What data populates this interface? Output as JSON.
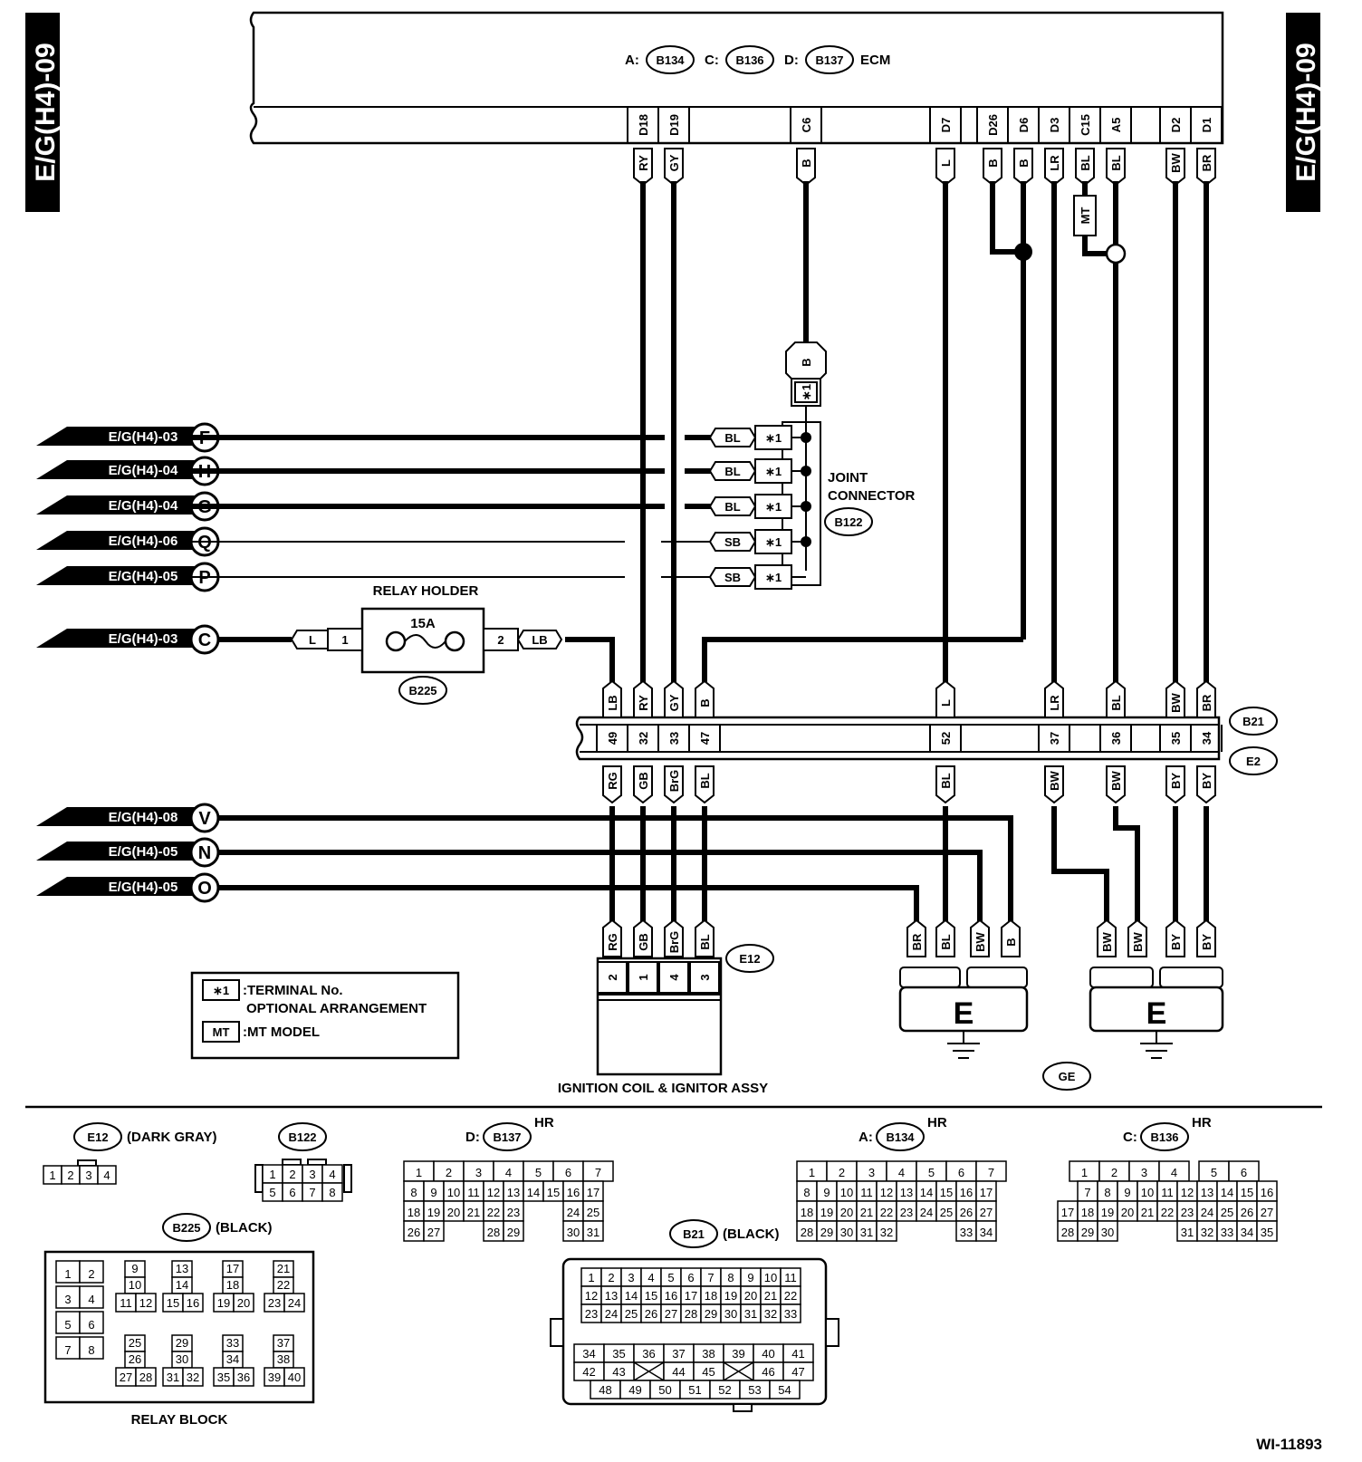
{
  "page_code": "E/G(H4)-09",
  "figure_id": "WI-11893",
  "ecm": {
    "prefix_a": "A:",
    "conn_a": "B134",
    "prefix_c": "C:",
    "conn_c": "B136",
    "prefix_d": "D:",
    "conn_d": "B137",
    "label": "ECM",
    "pins": [
      {
        "pin": "D18",
        "wire": "RY"
      },
      {
        "pin": "D19",
        "wire": "GY"
      },
      {
        "pin": "C6",
        "wire": "B"
      },
      {
        "pin": "D7",
        "wire": "L"
      },
      {
        "pin": "D26",
        "wire": "B"
      },
      {
        "pin": "D6",
        "wire": "B"
      },
      {
        "pin": "D3",
        "wire": "LR"
      },
      {
        "pin": "C15",
        "wire": "BL"
      },
      {
        "pin": "A5",
        "wire": "BL"
      },
      {
        "pin": "D2",
        "wire": "BW"
      },
      {
        "pin": "D1",
        "wire": "BR"
      }
    ]
  },
  "mt_tag": "MT",
  "joint_connector": {
    "label_1": "JOINT",
    "label_2": "CONNECTOR",
    "conn": "B122",
    "top_wire": "B",
    "terminal": "∗1",
    "rows": [
      {
        "ref": "E/G(H4)-03",
        "letter": "F",
        "wire": "BL"
      },
      {
        "ref": "E/G(H4)-04",
        "letter": "H",
        "wire": "BL"
      },
      {
        "ref": "E/G(H4)-04",
        "letter": "G",
        "wire": "BL"
      },
      {
        "ref": "E/G(H4)-06",
        "letter": "Q",
        "wire": "SB"
      },
      {
        "ref": "E/G(H4)-05",
        "letter": "P",
        "wire": "SB"
      }
    ]
  },
  "relay_holder": {
    "label": "RELAY HOLDER",
    "fuse": "15A",
    "conn": "B225",
    "ref": "E/G(H4)-03",
    "letter": "C",
    "in_wire": "L",
    "in_pin": "1",
    "out_pin": "2",
    "out_wire": "LB"
  },
  "b21": {
    "conn_top": "B21",
    "conn_bottom": "E2",
    "top_wires": [
      "LB",
      "RY",
      "GY",
      "B",
      "L",
      "LR",
      "BL",
      "BW",
      "BR"
    ],
    "pins": [
      "49",
      "32",
      "33",
      "47",
      "52",
      "37",
      "36",
      "35",
      "34"
    ],
    "bottom_wires": [
      "RG",
      "GB",
      "BrG",
      "BL",
      "BL",
      "BW",
      "BW",
      "BY",
      "BY"
    ]
  },
  "lower_refs": [
    {
      "ref": "E/G(H4)-08",
      "letter": "V"
    },
    {
      "ref": "E/G(H4)-05",
      "letter": "N"
    },
    {
      "ref": "E/G(H4)-05",
      "letter": "O"
    }
  ],
  "ignition": {
    "label": "IGNITION COIL & IGNITOR ASSY",
    "conn": "E12",
    "wires": [
      "RG",
      "GB",
      "BrG",
      "BL"
    ],
    "pins": [
      "2",
      "1",
      "4",
      "3"
    ]
  },
  "ground": {
    "letter": "E",
    "conn": "GE",
    "left_wires": [
      "BR",
      "BL",
      "BW",
      "B"
    ],
    "right_wires": [
      "BW",
      "BW",
      "BY",
      "BY"
    ]
  },
  "legend": {
    "sym_1": "∗1",
    "text_1a": ":TERMINAL No.",
    "text_1b": "OPTIONAL ARRANGEMENT",
    "sym_2": "MT",
    "text_2": ":MT MODEL"
  },
  "connectors": {
    "e12": {
      "name": "E12",
      "desc": "(DARK GRAY)",
      "pins": [
        "1",
        "2",
        "3",
        "4"
      ]
    },
    "b122": {
      "name": "B122",
      "pins": [
        "1",
        "2",
        "3",
        "4",
        "5",
        "6",
        "7",
        "8"
      ]
    },
    "b225": {
      "name": "B225",
      "desc": "(BLACK)",
      "caption": "RELAY BLOCK",
      "pins": [
        "1",
        "2",
        "3",
        "4",
        "5",
        "6",
        "7",
        "8",
        "9",
        "10",
        "11",
        "12",
        "13",
        "14",
        "15",
        "16",
        "17",
        "18",
        "19",
        "20",
        "21",
        "22",
        "23",
        "24",
        "25",
        "26",
        "27",
        "28",
        "29",
        "30",
        "31",
        "32",
        "33",
        "34",
        "35",
        "36",
        "37",
        "38",
        "39",
        "40"
      ]
    },
    "b137": {
      "prefix": "D:",
      "name": "B137",
      "tag": "HR",
      "rows": [
        [
          "1",
          "2",
          "3",
          "4",
          "5",
          "6",
          "7"
        ],
        [
          "8",
          "9",
          "10",
          "11",
          "12",
          "13",
          "14",
          "15",
          "16",
          "17"
        ],
        [
          "18",
          "19",
          "20",
          "21",
          "22",
          "23",
          "24",
          "25"
        ],
        [
          "26",
          "27",
          "28",
          "29",
          "30",
          "31"
        ]
      ]
    },
    "b134": {
      "prefix": "A:",
      "name": "B134",
      "tag": "HR",
      "rows": [
        [
          "1",
          "2",
          "3",
          "4",
          "5",
          "6",
          "7"
        ],
        [
          "8",
          "9",
          "10",
          "11",
          "12",
          "13",
          "14",
          "15",
          "16",
          "17"
        ],
        [
          "18",
          "19",
          "20",
          "21",
          "22",
          "23",
          "24",
          "25",
          "26",
          "27"
        ],
        [
          "28",
          "29",
          "30",
          "31",
          "32",
          "33",
          "34"
        ]
      ]
    },
    "b136": {
      "prefix": "C:",
      "name": "B136",
      "tag": "HR",
      "rows": [
        [
          "1",
          "2",
          "3",
          "4",
          "5",
          "6"
        ],
        [
          "7",
          "8",
          "9",
          "10",
          "11",
          "12",
          "13",
          "14",
          "15",
          "16"
        ],
        [
          "17",
          "18",
          "19",
          "20",
          "21",
          "22",
          "23",
          "24",
          "25",
          "26",
          "27"
        ],
        [
          "28",
          "29",
          "30",
          "31",
          "32",
          "33",
          "34",
          "35"
        ]
      ]
    },
    "b21": {
      "name": "B21",
      "desc": "(BLACK)",
      "rows": [
        [
          "1",
          "2",
          "3",
          "4",
          "5",
          "6",
          "7",
          "8",
          "9",
          "10",
          "11"
        ],
        [
          "12",
          "13",
          "14",
          "15",
          "16",
          "17",
          "18",
          "19",
          "20",
          "21",
          "22"
        ],
        [
          "23",
          "24",
          "25",
          "26",
          "27",
          "28",
          "29",
          "30",
          "31",
          "32",
          "33"
        ],
        [
          "34",
          "35",
          "36",
          "37",
          "38",
          "39",
          "40",
          "41"
        ],
        [
          "42",
          "43",
          "44",
          "45",
          "46",
          "47"
        ],
        [
          "48",
          "49",
          "50",
          "51",
          "52",
          "53",
          "54"
        ]
      ]
    }
  }
}
